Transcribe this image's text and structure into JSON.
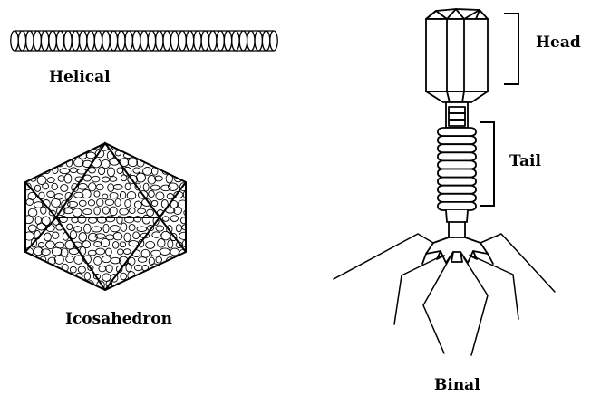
{
  "labels": {
    "helical": "Helical",
    "icosahedron": "Icosahedron",
    "binal": "Binal",
    "head": "Head",
    "tail": "Tail"
  },
  "colors": {
    "stroke": "#000000",
    "background": "#ffffff"
  }
}
